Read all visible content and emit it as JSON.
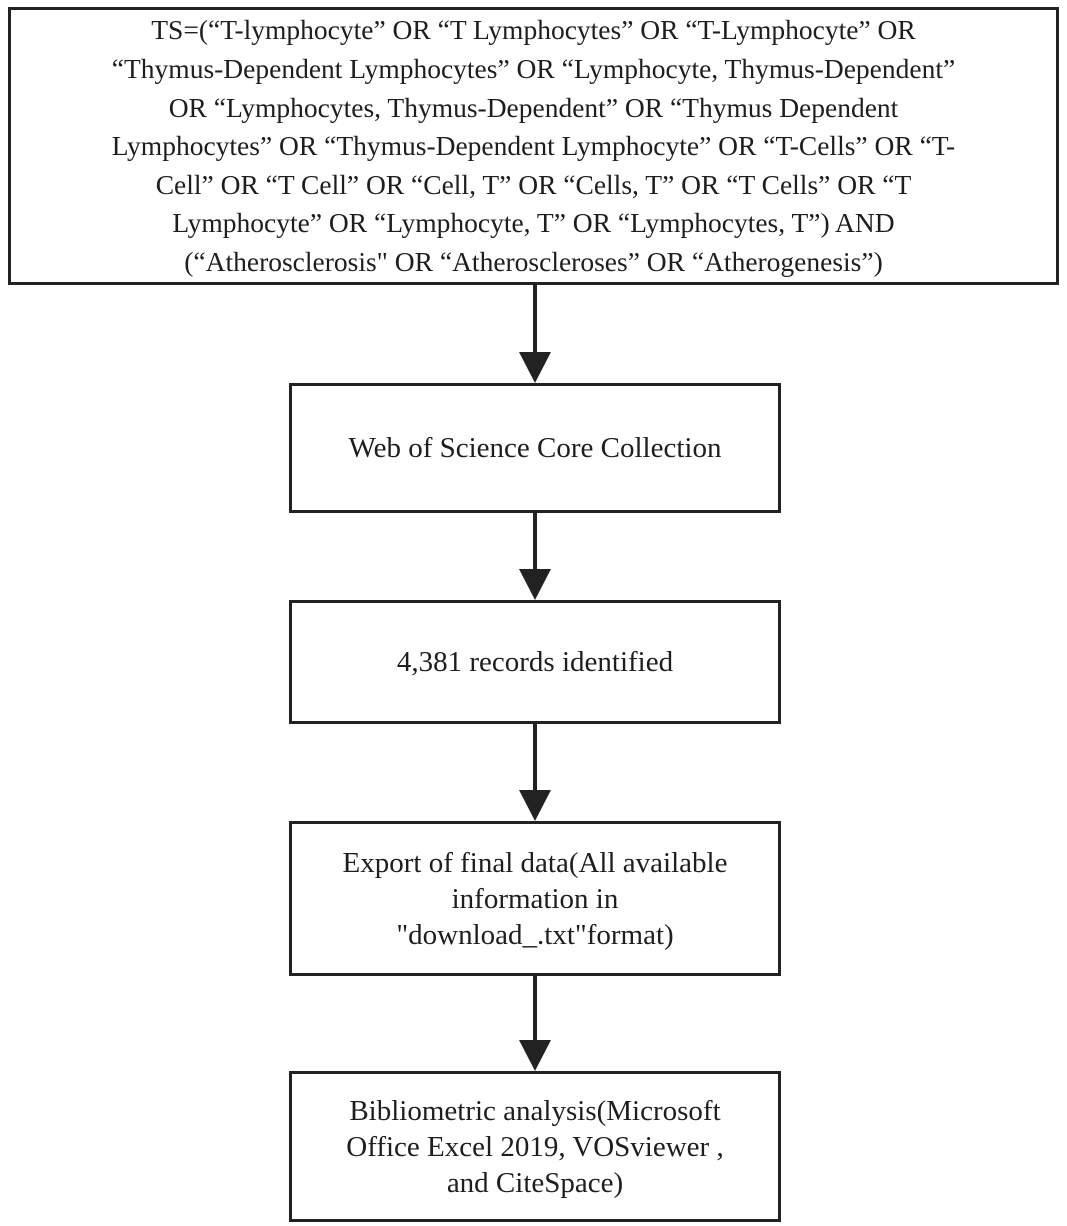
{
  "flowchart": {
    "query_box": {
      "lines": [
        "TS=(“T-lymphocyte” OR “T Lymphocytes” OR “T-Lymphocyte” OR",
        "“Thymus-Dependent Lymphocytes” OR “Lymphocyte, Thymus-Dependent”",
        "OR “Lymphocytes, Thymus-Dependent” OR “Thymus Dependent",
        "Lymphocytes” OR “Thymus-Dependent Lymphocyte” OR “T-Cells” OR “T-",
        "Cell” OR “T Cell” OR “Cell, T” OR “Cells, T” OR “T Cells” OR “T",
        "Lymphocyte” OR “Lymphocyte, T” OR “Lymphocytes, T”) AND",
        "(“Atherosclerosis\" OR “Atheroscleroses” OR “Atherogenesis”)"
      ]
    },
    "database_box": {
      "text": "Web of Science Core Collection"
    },
    "records_box": {
      "text": "4,381 records identified"
    },
    "export_box": {
      "lines": [
        "Export of final data(All available",
        "information in",
        "\"download_.txt\"format)"
      ]
    },
    "analysis_box": {
      "lines": [
        "Bibliometric analysis(Microsoft",
        "Office Excel 2019, VOSviewer ,",
        "and CiteSpace)"
      ]
    }
  },
  "colors": {
    "stroke": "#222222",
    "text": "#1e1e1e",
    "background": "#ffffff"
  }
}
